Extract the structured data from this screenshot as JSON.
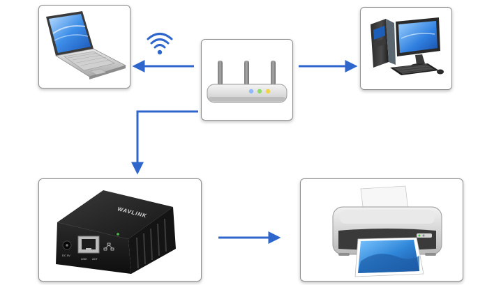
{
  "colors": {
    "arrow": "#2f66cc",
    "wifi": "#2f66cc",
    "card_border": "#8f8f8f"
  },
  "devices": [
    {
      "name": "laptop",
      "icon": "laptop-icon"
    },
    {
      "name": "wireless-router",
      "icon": "router-icon"
    },
    {
      "name": "desktop-computer",
      "icon": "desktop-computer-icon"
    },
    {
      "name": "print-server",
      "icon": "print-server-icon",
      "brand": "WAVLINK",
      "port_labels": [
        "DC 5V",
        "LINK",
        "ACT"
      ]
    },
    {
      "name": "printer",
      "icon": "printer-icon"
    }
  ],
  "connections": [
    {
      "from": "wireless-router",
      "to": "laptop",
      "type": "wireless",
      "icon": "wifi-icon"
    },
    {
      "from": "wireless-router",
      "to": "desktop-computer",
      "type": "wired"
    },
    {
      "from": "wireless-router",
      "to": "print-server",
      "type": "wired"
    },
    {
      "from": "print-server",
      "to": "printer",
      "type": "wired"
    }
  ]
}
